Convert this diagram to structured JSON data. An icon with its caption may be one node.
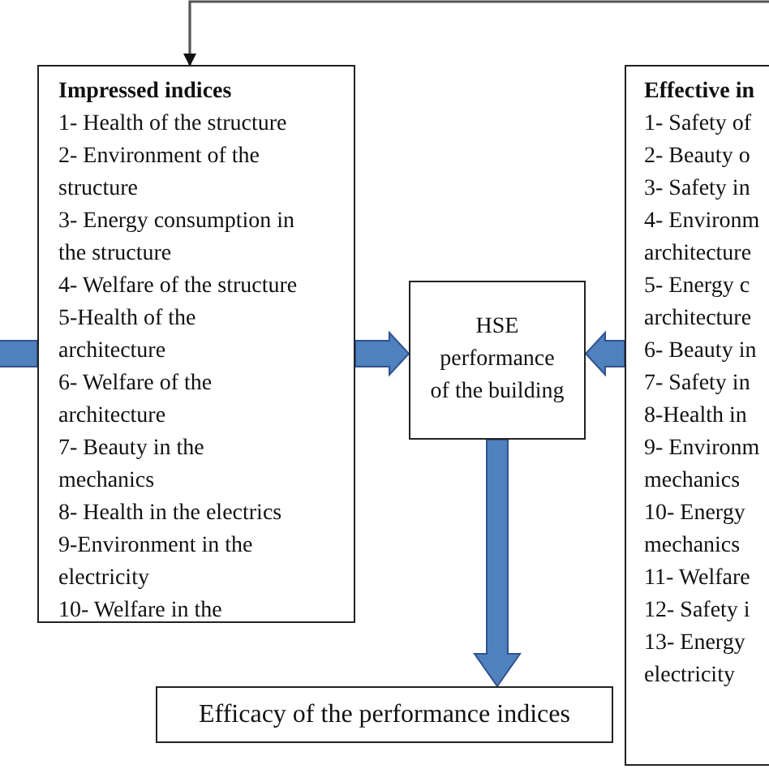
{
  "diagram": {
    "nodes": [
      {
        "text": [
          "Impressed indices",
          "1- Health of the structure",
          "2- Environment of the structure",
          "3- Energy consumption in the structure",
          "4- Welfare of the structure",
          "5-Health of the architecture",
          "6- Welfare of the architecture",
          "7- Beauty in the mechanics",
          "8- Health in the electrics",
          "9-Environment in the electricity",
          "10- Welfare in the"
        ]
      },
      {
        "text": [
          "HSE performance of the building"
        ]
      },
      {
        "text": [
          "Effective in",
          "1- Safety of",
          "2- Beauty o",
          "3- Safety in",
          "4- Environm architecture",
          "5- Energy c architecture",
          "6- Beauty in",
          "7- Safety in",
          "8-Health in",
          "9- Environm mechanics",
          "10- Energy mechanics",
          "11- Welfare",
          "12- Safety i",
          "13- Energy electricity"
        ]
      },
      {
        "text": [
          "Efficacy of the performance indices"
        ]
      }
    ],
    "edges": [
      {
        "from": null,
        "to": 0,
        "arrow": "to"
      },
      {
        "from": null,
        "to": 0,
        "arrow": "none",
        "style": "thick"
      },
      {
        "from": 0,
        "to": 1,
        "arrow": "to",
        "style": "thick"
      },
      {
        "from": 2,
        "to": 1,
        "arrow": "to",
        "style": "thick"
      },
      {
        "from": 1,
        "to": 3,
        "arrow": "to",
        "style": "thick"
      }
    ]
  }
}
